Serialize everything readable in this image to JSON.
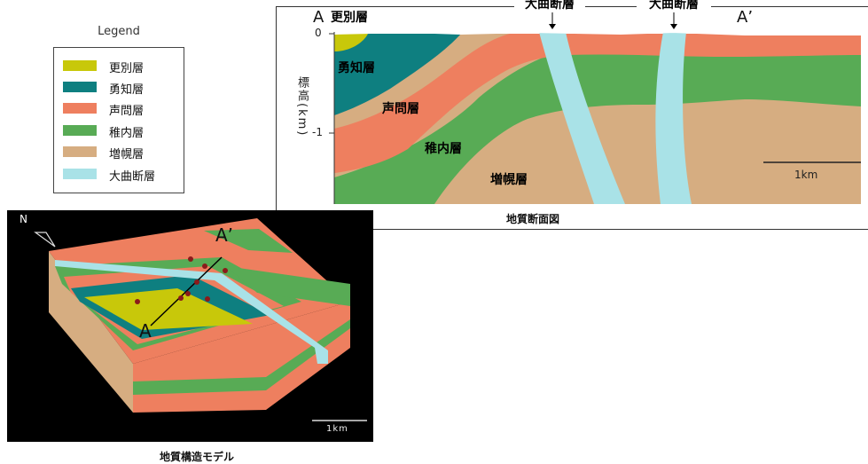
{
  "legend": {
    "title": "Legend",
    "items": [
      {
        "label": "更別層",
        "color": "#c8c80a"
      },
      {
        "label": "勇知層",
        "color": "#0e7f80"
      },
      {
        "label": "声問層",
        "color": "#ee7f5f"
      },
      {
        "label": "稚内層",
        "color": "#58ab55"
      },
      {
        "label": "増幌層",
        "color": "#d6ad81"
      },
      {
        "label": "大曲断層",
        "color": "#a9e2e7"
      }
    ]
  },
  "cross_section": {
    "title": "地質断面図",
    "section_start": "A",
    "section_end": "A’",
    "fault_label_1": "大曲断層",
    "fault_label_2": "大曲断層",
    "y_axis_label": "標高(km)",
    "y_tick_0": "0",
    "y_tick_1": "-1",
    "scale_label": "1km",
    "layer_labels": {
      "sarabetsu": "更別層",
      "yuchi": "勇知層",
      "koetoi": "声問層",
      "wakkanai": "稚内層",
      "masuporo": "増幌層"
    }
  },
  "model": {
    "title": "地質構造モデル",
    "north": "N",
    "section_start": "A",
    "section_end": "A’",
    "scale_label": "1km"
  }
}
